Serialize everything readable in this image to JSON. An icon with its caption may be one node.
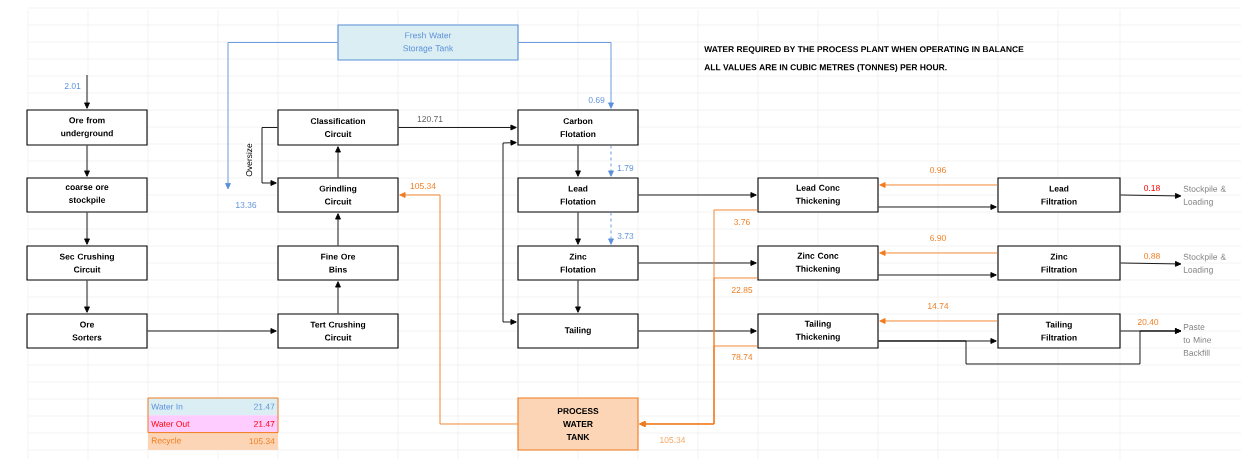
{
  "diagram": {
    "nodes": [
      {
        "text": [
          "Fresh Water Storage Tank"
        ]
      },
      {
        "text": [
          "Ore from underground"
        ]
      },
      {
        "text": [
          "coarse ore stockpile"
        ]
      },
      {
        "text": [
          "Sec Crushing Circuit"
        ]
      },
      {
        "text": [
          "Ore Sorters"
        ]
      },
      {
        "text": [
          "Classification Circuit"
        ]
      },
      {
        "text": [
          "Grindling Circuit"
        ]
      },
      {
        "text": [
          "Fine Ore Bins"
        ]
      },
      {
        "text": [
          "Tert Crushing Circuit"
        ]
      },
      {
        "text": [
          "Carbon Flotation"
        ]
      },
      {
        "text": [
          "Lead Flotation"
        ]
      },
      {
        "text": [
          "Zinc Flotation"
        ]
      },
      {
        "text": [
          "Tailing"
        ]
      },
      {
        "text": [
          "Lead Conc Thickening"
        ]
      },
      {
        "text": [
          "Lead Filtration"
        ]
      },
      {
        "text": [
          "Zinc Conc Thickening"
        ]
      },
      {
        "text": [
          "Zinc Filtration"
        ]
      },
      {
        "text": [
          "Tailing Thickening"
        ]
      },
      {
        "text": [
          "Tailing Filtration"
        ]
      },
      {
        "text": [
          "PROCESS WATER TANK"
        ],
        "beside": [
          "105.34"
        ]
      },
      {
        "text": [
          "Stockpile & Loading"
        ]
      },
      {
        "text": [
          "Stockpile & Loading"
        ]
      },
      {
        "text": [
          "Paste to Mine Backfill"
        ]
      }
    ],
    "edges": [
      {
        "from": null,
        "to": 1,
        "arrow": "to",
        "label": "2.01"
      },
      {
        "from": 1,
        "to": 2,
        "arrow": "to"
      },
      {
        "from": 2,
        "to": 3,
        "arrow": "to"
      },
      {
        "from": 3,
        "to": 4,
        "arrow": "to"
      },
      {
        "from": 4,
        "to": 8,
        "arrow": "to"
      },
      {
        "from": 8,
        "to": 7,
        "arrow": "to"
      },
      {
        "from": 7,
        "to": 6,
        "arrow": "to"
      },
      {
        "from": 6,
        "to": 5,
        "arrow": "to"
      },
      {
        "from": 5,
        "to": 6,
        "arrow": "to",
        "label": "Oversize"
      },
      {
        "from": 5,
        "to": 9,
        "arrow": "to",
        "label": "120.71"
      },
      {
        "from": 0,
        "to": null,
        "arrow": "to",
        "label": "13.36",
        "color": "#5b8fd9"
      },
      {
        "from": 0,
        "to": 9,
        "arrow": "to",
        "label": "0.69",
        "color": "#5b8fd9"
      },
      {
        "from": 9,
        "to": 10,
        "arrow": "to",
        "label": "1.79",
        "color": "#5b8fd9",
        "style": "dashed"
      },
      {
        "from": 10,
        "to": 11,
        "arrow": "to",
        "label": "3.73",
        "color": "#5b8fd9",
        "style": "dashed"
      },
      {
        "from": 9,
        "to": 10,
        "arrow": "to"
      },
      {
        "from": 10,
        "to": 11,
        "arrow": "to"
      },
      {
        "from": 11,
        "to": 12,
        "arrow": "to"
      },
      {
        "from": 9,
        "to": 12,
        "arrow": "both"
      },
      {
        "from": 10,
        "to": 13,
        "arrow": "to"
      },
      {
        "from": 11,
        "to": 15,
        "arrow": "to"
      },
      {
        "from": 12,
        "to": 17,
        "arrow": "to"
      },
      {
        "from": 13,
        "to": 14,
        "arrow": "to"
      },
      {
        "from": 14,
        "to": 13,
        "arrow": "to",
        "label": "0.96",
        "color": "#f07c1f"
      },
      {
        "from": 15,
        "to": 16,
        "arrow": "to"
      },
      {
        "from": 16,
        "to": 15,
        "arrow": "to",
        "label": "6.90",
        "color": "#f07c1f"
      },
      {
        "from": 17,
        "to": 18,
        "arrow": "to"
      },
      {
        "from": 18,
        "to": 17,
        "arrow": "to",
        "label": "14.74",
        "color": "#f07c1f"
      },
      {
        "from": 14,
        "to": 20,
        "arrow": "to",
        "label": "0.18"
      },
      {
        "from": 16,
        "to": 21,
        "arrow": "to",
        "label": "0.88"
      },
      {
        "from": 18,
        "to": 22,
        "arrow": "to",
        "label": "20.40"
      },
      {
        "from": 17,
        "to": 22,
        "arrow": "to"
      },
      {
        "from": 13,
        "to": 19,
        "arrow": "to",
        "label": "3.76",
        "color": "#f07c1f"
      },
      {
        "from": 15,
        "to": 19,
        "arrow": "to",
        "label": "22.85",
        "color": "#f07c1f"
      },
      {
        "from": 17,
        "to": 19,
        "arrow": "to",
        "label": "78.74",
        "color": "#f07c1f"
      },
      {
        "from": 19,
        "to": 6,
        "arrow": "to",
        "label": "105.34",
        "color": "#f07c1f"
      }
    ],
    "labels": [
      "WATER REQUIRED BY THE PROCESS PLANT WHEN OPERATING IN BALANCE",
      "ALL VALUES ARE IN CUBIC METRES (TONNES) PER HOUR.",
      "Water In",
      "21.47",
      "Water Out",
      "21.47",
      "Recycle",
      "105.34"
    ]
  }
}
